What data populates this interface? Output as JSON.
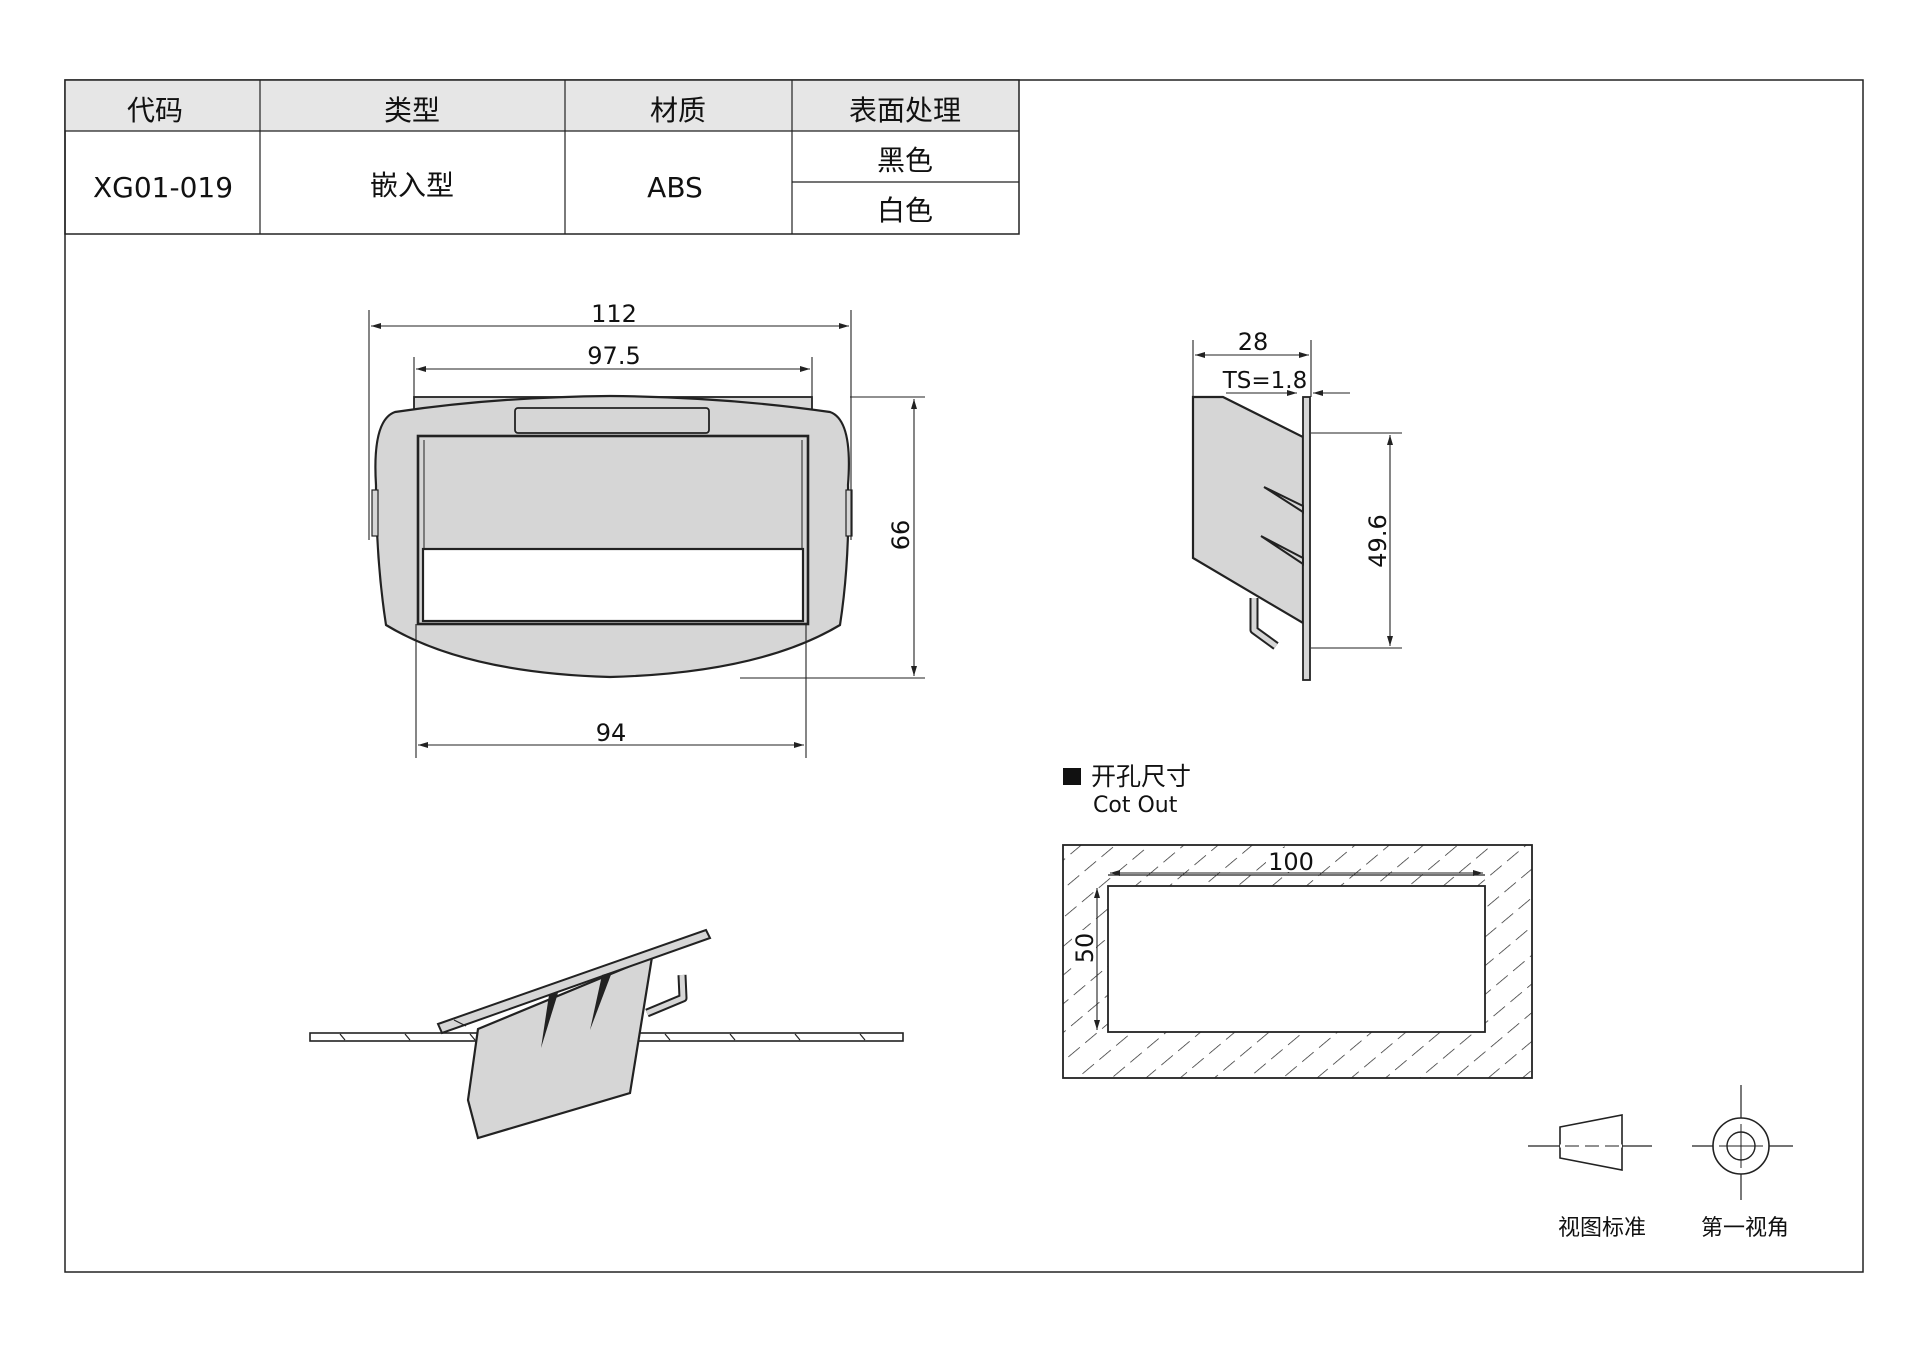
{
  "spec_table": {
    "headers": [
      "代码",
      "类型",
      "材质",
      "表面处理"
    ],
    "code": "XG01-019",
    "type": "嵌入型",
    "material": "ABS",
    "finishes": [
      "黑色",
      "白色"
    ]
  },
  "front_view": {
    "dim_overall_width": "112",
    "dim_flange_width": "97.5",
    "dim_body_width": "94",
    "dim_height": "66"
  },
  "side_view": {
    "dim_depth": "28",
    "dim_thickness": "TS=1.8",
    "dim_body_height": "49.6"
  },
  "cutout": {
    "title": "开孔尺寸",
    "subtitle": "Cot Out",
    "dim_width": "100",
    "dim_height": "50"
  },
  "projection": {
    "view_standard_label": "视图标准",
    "first_angle_label": "第一视角"
  },
  "colors": {
    "part_fill": "#d6d6d6",
    "line": "#222222"
  }
}
